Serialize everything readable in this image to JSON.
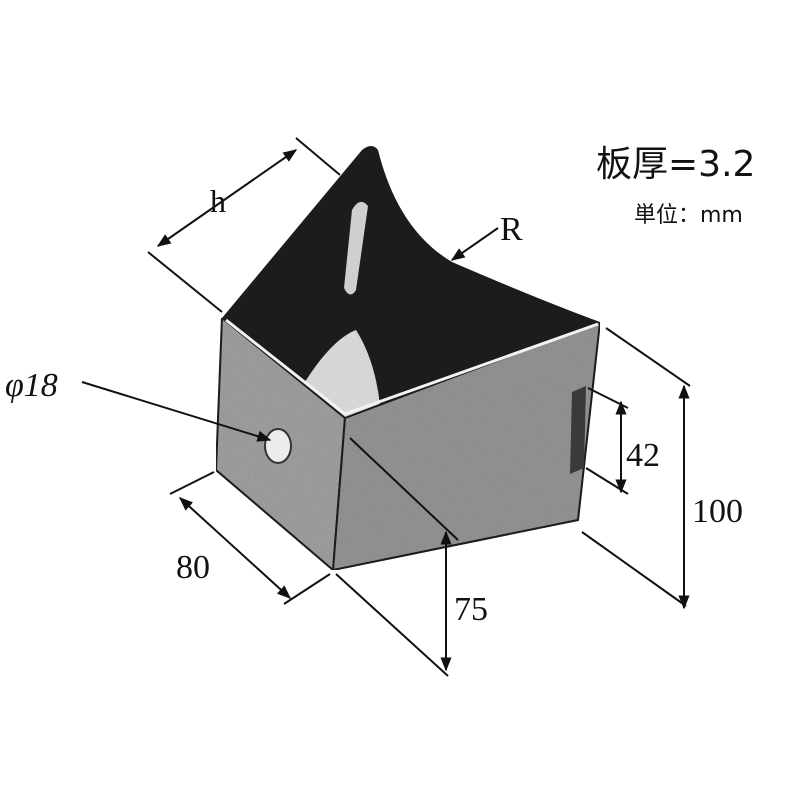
{
  "specs": {
    "thickness": "板厚=3.2",
    "unit": "単位：mm"
  },
  "dimensions": {
    "h": "h",
    "r": "R",
    "hole": "φ18",
    "slot": "42",
    "height": "100",
    "width": "80",
    "depth": "75"
  },
  "colors": {
    "inner_dark": "#1a1a1a",
    "plate_left": "#a8a8a8",
    "plate_right": "#9c9c9c",
    "line": "#111111"
  }
}
